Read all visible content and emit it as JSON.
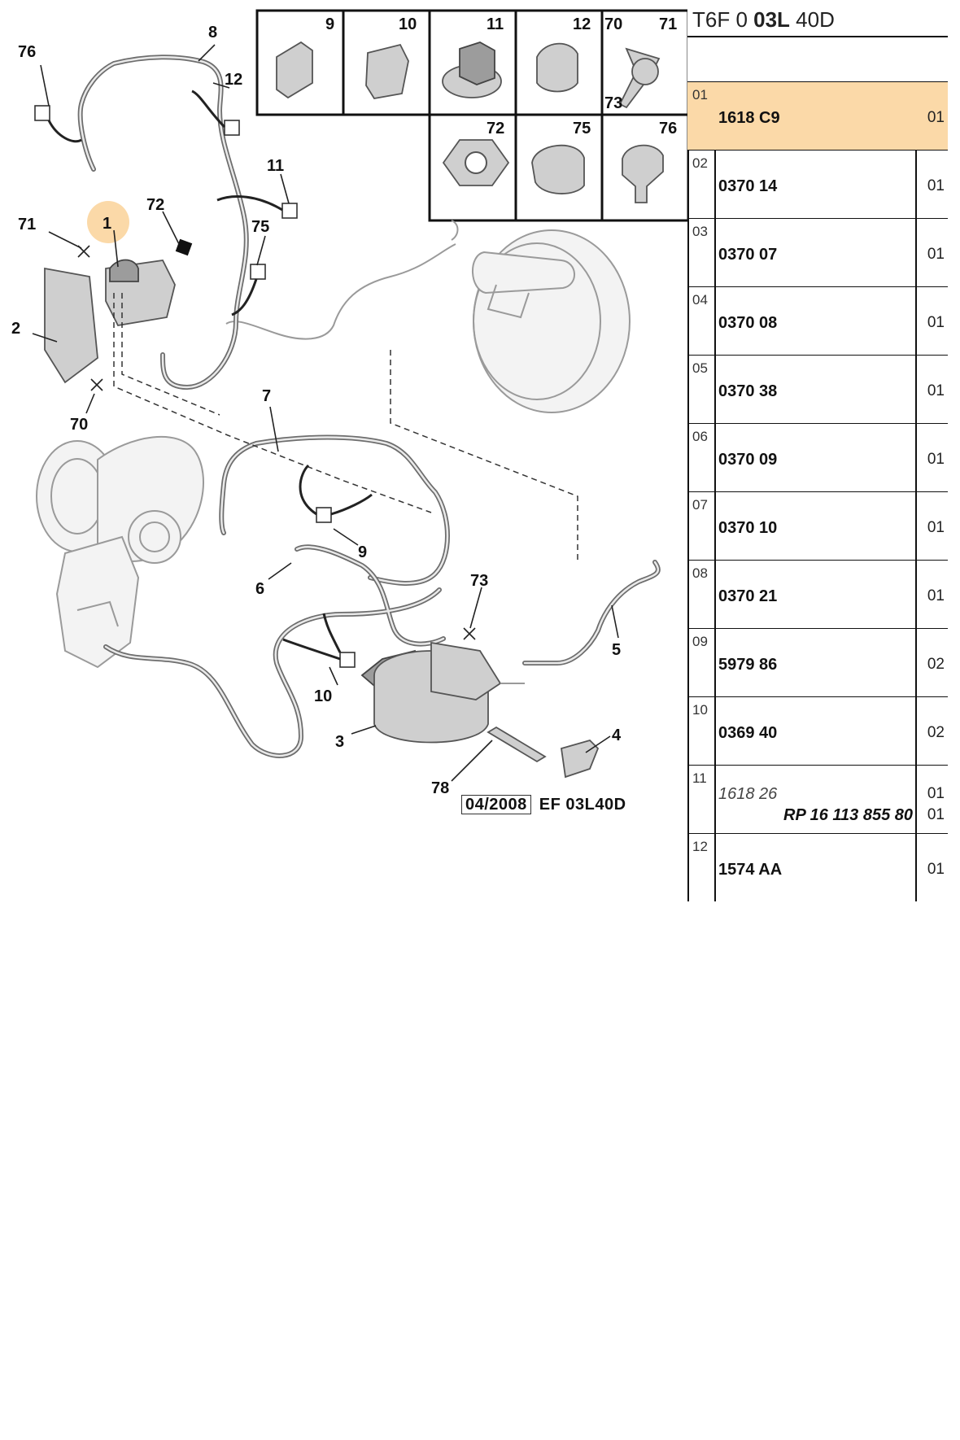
{
  "header": {
    "code_prefix": "T6F 0 ",
    "code_bold": "03L",
    "code_suffix": " 40D"
  },
  "parts": [
    {
      "index": "01",
      "reference": "1618 C9",
      "qty": "01",
      "highlighted": true
    },
    {
      "index": "02",
      "reference": "0370 14",
      "qty": "01"
    },
    {
      "index": "03",
      "reference": "0370 07",
      "qty": "01"
    },
    {
      "index": "04",
      "reference": "0370 08",
      "qty": "01"
    },
    {
      "index": "05",
      "reference": "0370 38",
      "qty": "01"
    },
    {
      "index": "06",
      "reference": "0370 09",
      "qty": "01"
    },
    {
      "index": "07",
      "reference": "0370 10",
      "qty": "01"
    },
    {
      "index": "08",
      "reference": "0370 21",
      "qty": "01"
    },
    {
      "index": "09",
      "reference": "5979 86",
      "qty": "02"
    },
    {
      "index": "10",
      "reference": "0369 40",
      "qty": "02"
    },
    {
      "index": "11",
      "reference": "1618 26",
      "qty": "01",
      "replacement": "RP 16 113 855 80",
      "replacement_qty": "01"
    },
    {
      "index": "12",
      "reference": "1574 AA",
      "qty": "01"
    }
  ],
  "diagram": {
    "callouts": [
      "1",
      "2",
      "3",
      "4",
      "5",
      "6",
      "7",
      "8",
      "9",
      "10",
      "11",
      "12",
      "70",
      "71",
      "72",
      "73",
      "75",
      "76",
      "78"
    ],
    "highlight_callout": "1",
    "highlight_color": "#fbd9a8",
    "inset_labels": [
      "9",
      "10",
      "11",
      "12",
      "70",
      "71",
      "73",
      "72",
      "75",
      "76"
    ],
    "stamp_date": "04/2008",
    "stamp_code": "EF 03L40D"
  }
}
